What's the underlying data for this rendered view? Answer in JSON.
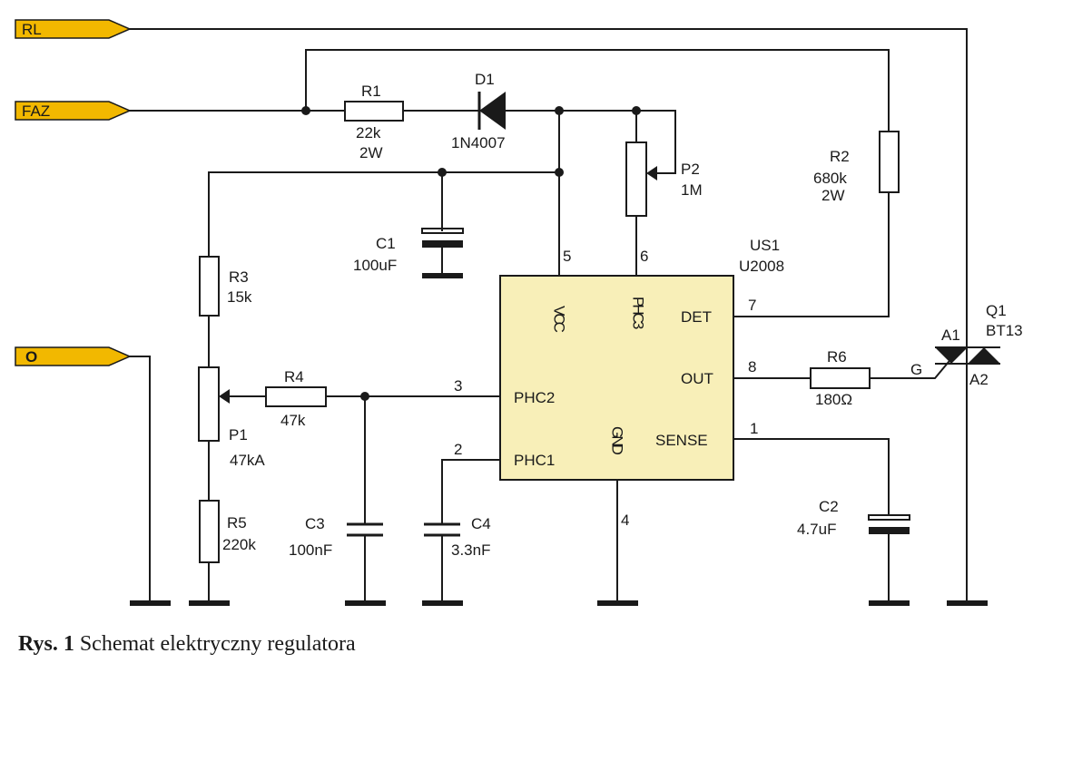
{
  "colors": {
    "ic_fill": "#f8efb8",
    "tag_fill": "#f2b800",
    "ink": "#1a1a1a"
  },
  "tags": {
    "rl": "RL",
    "faz": "FAZ",
    "o": "O"
  },
  "ic": {
    "ref": "US1",
    "part": "U2008",
    "pins": {
      "vcc": "VCC",
      "phc3": "PHC3",
      "det": "DET",
      "out": "OUT",
      "sense": "SENSE",
      "phc2": "PHC2",
      "phc1": "PHC1",
      "gnd": "GND"
    },
    "pin_numbers": {
      "p1": "1",
      "p2": "2",
      "p3": "3",
      "p4": "4",
      "p5": "5",
      "p6": "6",
      "p7": "7",
      "p8": "8"
    }
  },
  "components": {
    "r1": {
      "ref": "R1",
      "value": "22k",
      "power": "2W"
    },
    "d1": {
      "ref": "D1",
      "value": "1N4007"
    },
    "p2": {
      "ref": "P2",
      "value": "1M"
    },
    "r2": {
      "ref": "R2",
      "value": "680k",
      "power": "2W"
    },
    "c1": {
      "ref": "C1",
      "value": "100uF"
    },
    "r3": {
      "ref": "R3",
      "value": "15k"
    },
    "r4": {
      "ref": "R4",
      "value": "47k"
    },
    "p1": {
      "ref": "P1",
      "value": "47kA"
    },
    "r5": {
      "ref": "R5",
      "value": "220k"
    },
    "c3": {
      "ref": "C3",
      "value": "100nF"
    },
    "c4": {
      "ref": "C4",
      "value": "3.3nF"
    },
    "r6": {
      "ref": "R6",
      "value": "180Ω"
    },
    "c2": {
      "ref": "C2",
      "value": "4.7uF"
    },
    "q1": {
      "ref": "Q1",
      "value": "BT13",
      "a1": "A1",
      "a2": "A2",
      "g": "G"
    }
  },
  "caption": {
    "prefix": "Rys. 1",
    "text": "Schemat elektryczny regulatora"
  }
}
